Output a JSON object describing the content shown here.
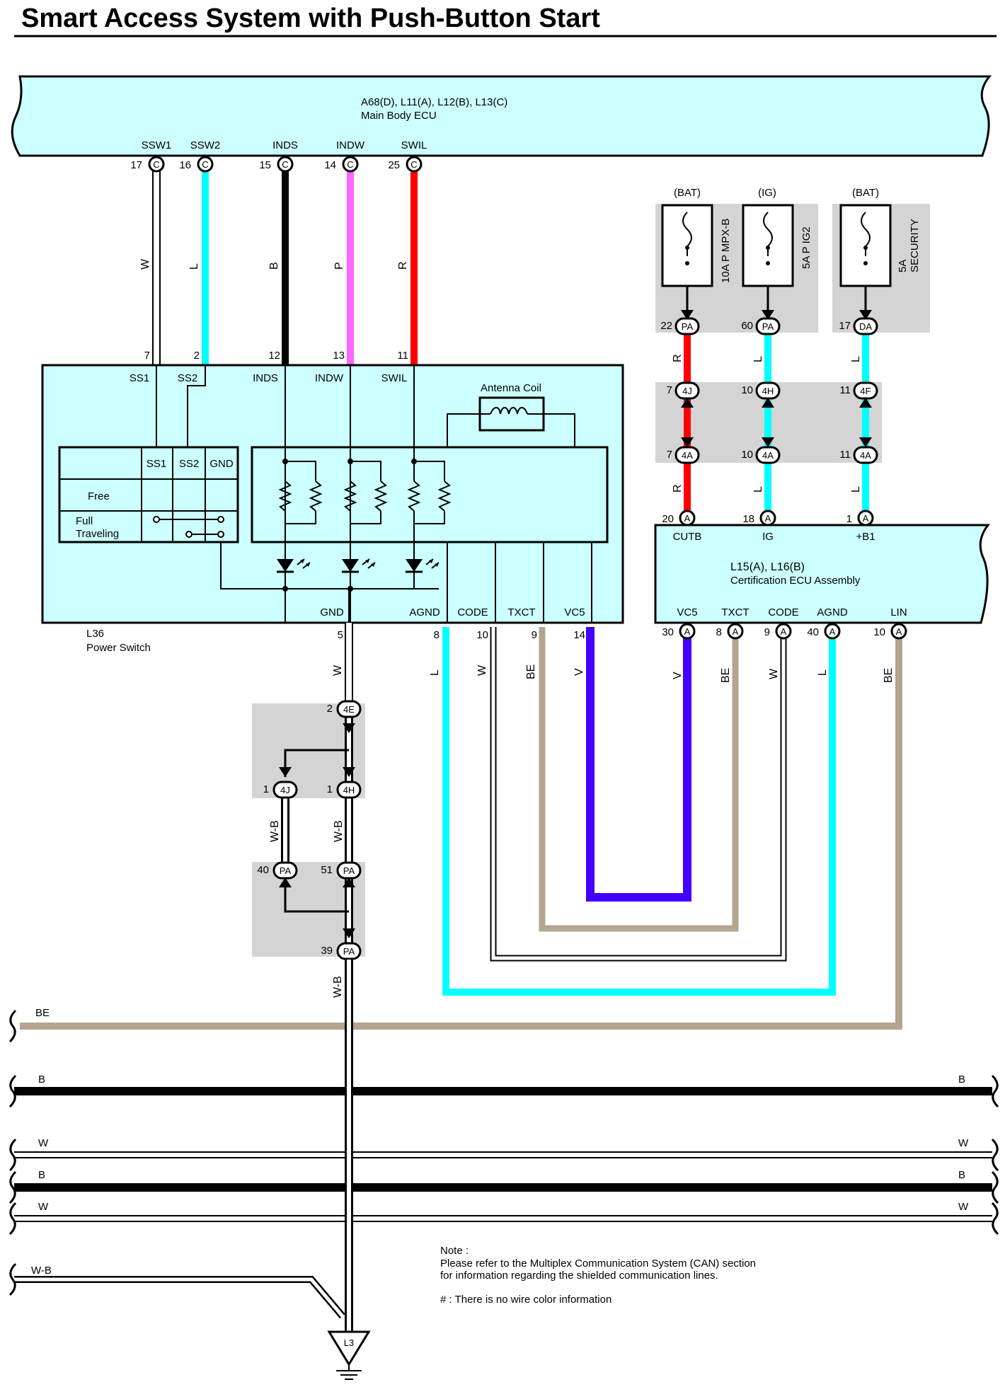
{
  "title": "Smart Access System with Push-Button Start",
  "colors": {
    "ecu_fill": "#ccffff",
    "junction_fill": "#d4d4d4",
    "wire_L": "#00ffff",
    "wire_B": "#000000",
    "wire_P": "#ff66ff",
    "wire_R": "#ff0000",
    "wire_V": "#4400ff",
    "wire_BE": "#b4a590",
    "wire_W": "#ffffff"
  },
  "main_ecu": {
    "codes": "A68(D), L11(A), L12(B), L13(C)",
    "name": "Main Body ECU",
    "terminals": [
      {
        "name": "SSW1",
        "pin": "17",
        "conn": "C"
      },
      {
        "name": "SSW2",
        "pin": "16",
        "conn": "C"
      },
      {
        "name": "INDS",
        "pin": "15",
        "conn": "C"
      },
      {
        "name": "INDW",
        "pin": "14",
        "conn": "C"
      },
      {
        "name": "SWIL",
        "pin": "25",
        "conn": "C"
      }
    ]
  },
  "upper_wires": [
    {
      "color": "W",
      "bottom_pin": "7"
    },
    {
      "color": "L",
      "bottom_pin": "2"
    },
    {
      "color": "B",
      "bottom_pin": "12"
    },
    {
      "color": "P",
      "bottom_pin": "13"
    },
    {
      "color": "R",
      "bottom_pin": "11"
    }
  ],
  "power_switch": {
    "code": "L36",
    "name": "Power Switch",
    "top_terminals": [
      "SS1",
      "SS2",
      "INDS",
      "INDW",
      "SWIL"
    ],
    "antenna": "Antenna Coil",
    "table_headers": [
      "SS1",
      "SS2",
      "GND"
    ],
    "table_rows": [
      "Free",
      "Full\nTraveling"
    ],
    "row_full_1": "Full",
    "row_full_2": "Traveling",
    "bottom_terminals": [
      {
        "name": "GND",
        "pin": "5",
        "color": "W"
      },
      {
        "name": "AGND",
        "pin": "8",
        "color": "L"
      },
      {
        "name": "CODE",
        "pin": "10",
        "color": "W"
      },
      {
        "name": "TXCT",
        "pin": "9",
        "color": "BE"
      },
      {
        "name": "VC5",
        "pin": "14",
        "color": "V"
      }
    ]
  },
  "fuses": [
    {
      "source": "(BAT)",
      "label": "10A P MPX-B",
      "label2": "",
      "pin": "22",
      "conn": "PA"
    },
    {
      "source": "(IG)",
      "label": "5A P IG2",
      "label2": "",
      "pin": "60",
      "conn": "PA"
    },
    {
      "source": "(BAT)",
      "label": "5A",
      "label2": "SECURITY",
      "pin": "17",
      "conn": "DA"
    }
  ],
  "right_junction": {
    "wire_colors_top": [
      "R",
      "L",
      "L"
    ],
    "wire_colors_bottom": [
      "R",
      "L",
      "L"
    ],
    "upper": [
      {
        "pin": "7",
        "conn": "4J"
      },
      {
        "pin": "10",
        "conn": "4H"
      },
      {
        "pin": "11",
        "conn": "4F"
      }
    ],
    "lower": [
      {
        "pin": "7",
        "conn": "4A"
      },
      {
        "pin": "10",
        "conn": "4A"
      },
      {
        "pin": "11",
        "conn": "4A"
      }
    ]
  },
  "cert_ecu": {
    "codes": "L15(A), L16(B)",
    "name": "Certification ECU Assembly",
    "top_terminals": [
      {
        "name": "CUTB",
        "pin": "20",
        "conn": "A"
      },
      {
        "name": "IG",
        "pin": "18",
        "conn": "A"
      },
      {
        "name": "+B1",
        "pin": "1",
        "conn": "A"
      }
    ],
    "bottom_terminals": [
      {
        "name": "VC5",
        "pin": "30",
        "conn": "A",
        "color": "V"
      },
      {
        "name": "TXCT",
        "pin": "8",
        "conn": "A",
        "color": "BE"
      },
      {
        "name": "CODE",
        "pin": "9",
        "conn": "A",
        "color": "W"
      },
      {
        "name": "AGND",
        "pin": "40",
        "conn": "A",
        "color": "L"
      },
      {
        "name": "LIN",
        "pin": "10",
        "conn": "A",
        "color": "BE"
      }
    ]
  },
  "ground_junction": {
    "top": {
      "pin": "2",
      "conn": "4E"
    },
    "mid": [
      {
        "pin": "1",
        "conn": "4J"
      },
      {
        "pin": "1",
        "conn": "4H"
      }
    ],
    "wires_mid": [
      "W-B",
      "W-B"
    ],
    "lower": [
      {
        "pin": "40",
        "conn": "PA"
      },
      {
        "pin": "51",
        "conn": "PA"
      }
    ],
    "bottom": {
      "pin": "39",
      "conn": "PA"
    },
    "out_wire": "W-B"
  },
  "buses": [
    {
      "left": "BE",
      "right": ""
    },
    {
      "left": "B",
      "right": "B"
    },
    {
      "left": "W",
      "right": "W"
    },
    {
      "left": "B",
      "right": "B"
    },
    {
      "left": "W",
      "right": "W"
    },
    {
      "left": "W-B",
      "right": ""
    }
  ],
  "ground_point": "L3",
  "notes": {
    "head": "Note :",
    "line1": "Please refer to the Multiplex Communication System (CAN) section",
    "line2": "for information regarding the shielded communication lines.",
    "line3": "# : There is no wire color information"
  }
}
